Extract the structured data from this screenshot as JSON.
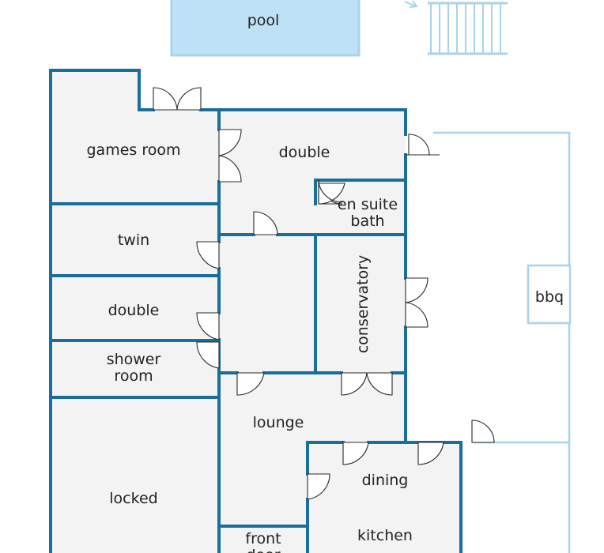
{
  "plan": {
    "colors": {
      "wall": "#1a6e9a",
      "floor": "#f3f3f3",
      "pool_fill": "#bfe1f6",
      "pool_stroke": "#a9d3ea",
      "text": "#222222"
    },
    "rooms": {
      "pool": "pool",
      "games_room": "games room",
      "double_top": "double",
      "en_suite_line1": "en suite",
      "en_suite_line2": "bath",
      "twin": "twin",
      "double_mid": "double",
      "shower_line1": "shower",
      "shower_line2": "room",
      "conservatory": "conservatory",
      "bbq": "bbq",
      "lounge": "lounge",
      "dining": "dining",
      "kitchen": "kitchen",
      "locked": "locked",
      "front_door_line1": "front",
      "front_door_line2": "door"
    }
  }
}
